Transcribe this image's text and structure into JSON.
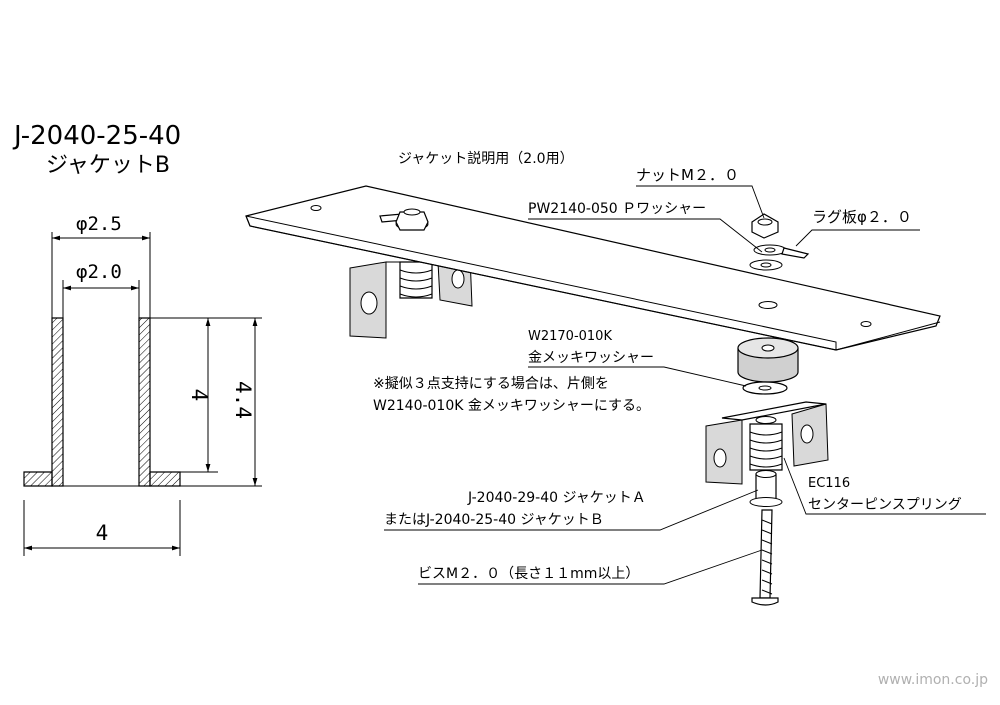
{
  "title": {
    "part_number": "J-2040-25-40",
    "part_name": "ジャケットB"
  },
  "dimensions": {
    "outer_dia": "φ2.5",
    "inner_dia": "φ2.0",
    "height_inner": "4",
    "height_total": "4.4",
    "base_width": "4"
  },
  "callouts": {
    "usage_title": "ジャケット説明用（2.0用）",
    "nut": "ナットM２．０",
    "p_washer": "PW2140-050 Ｐワッシャー",
    "lug_plate": "ラグ板φ２．０",
    "gold_washer_code": "W2170-010K",
    "gold_washer_name": "金メッキワッシャー",
    "note_line1": "※擬似３点支持にする場合は、片側を",
    "note_line2": "W2140-010K 金メッキワッシャーにする。",
    "spring_code": "EC116",
    "spring_name": "センターピンスプリング",
    "jacket_a": "J-2040-29-40 ジャケットＡ",
    "jacket_b": "またはJ-2040-25-40 ジャケットＢ",
    "screw": "ビスM２．０（長さ１１mm以上）"
  },
  "watermark": "www.imon.co.jp"
}
